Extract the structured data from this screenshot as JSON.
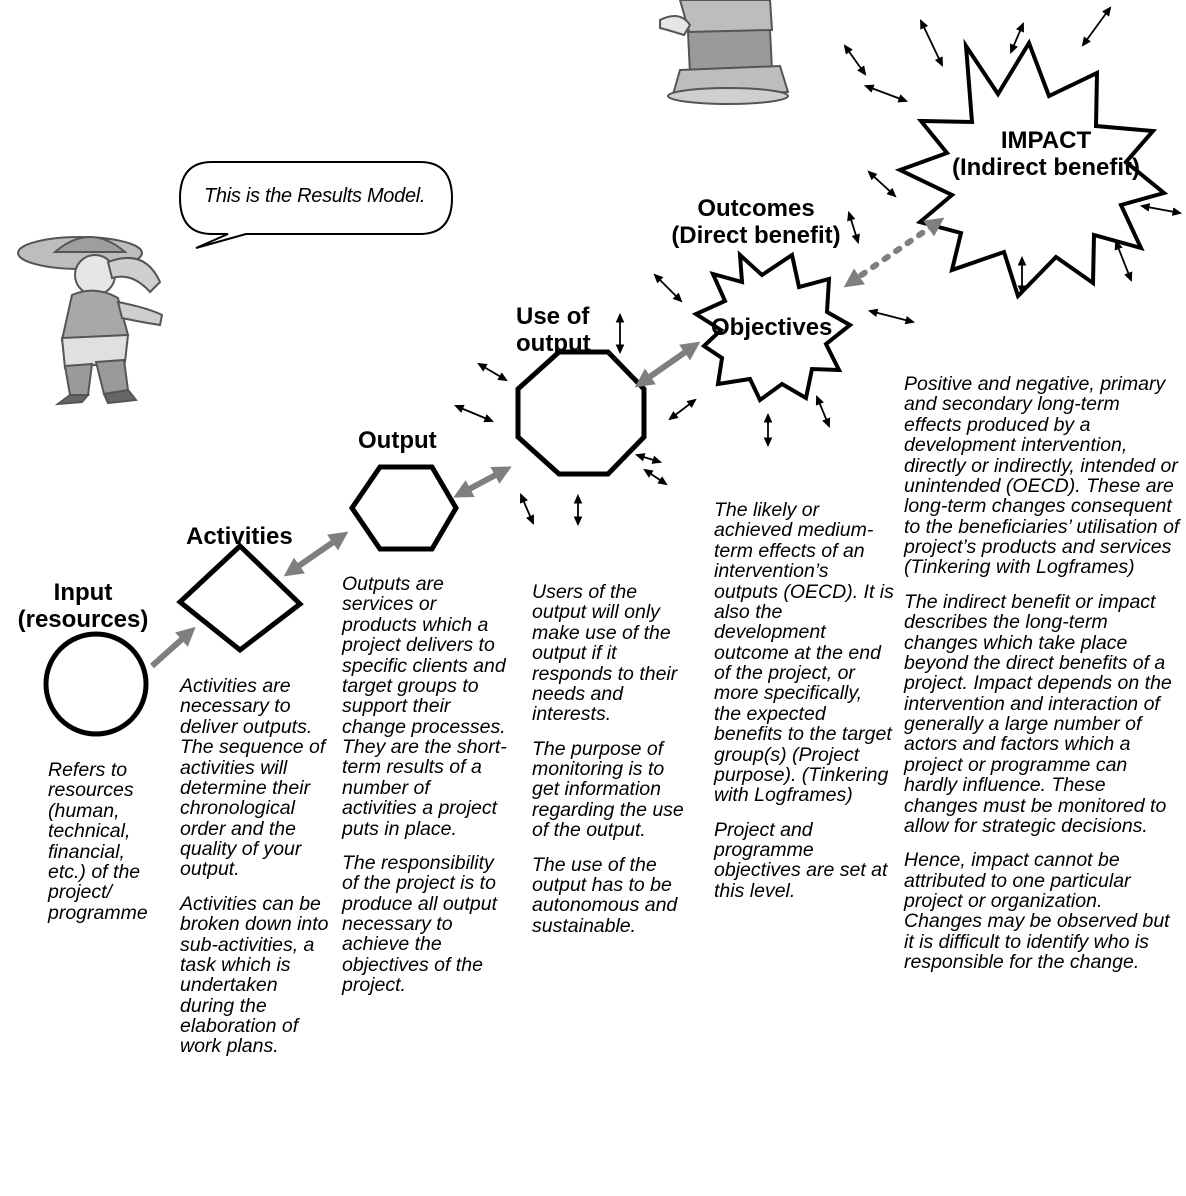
{
  "speech_bubble": "This is the Results Model.",
  "stages": {
    "input": {
      "label": "Input\n(resources)",
      "desc": [
        "Refers to resources (human, technical, financial, etc.) of the project/ programme"
      ]
    },
    "activities": {
      "label": "Activities",
      "desc": [
        "Activities are necessary to deliver outputs. The sequence of activities will determine their chronological order and the quality of your output.",
        "Activities can be broken down into sub-activities, a task which is undertaken during the elaboration of work plans."
      ]
    },
    "output": {
      "label": "Output",
      "desc": [
        "Outputs are services or products which a project delivers to specific clients and target groups to support their change processes. They are the short-term results of a number of activities a project puts in place.",
        "The responsibility of the project is to produce all output necessary to achieve the objectives of the project."
      ]
    },
    "use_of_output": {
      "label": "Use of\noutput",
      "desc": [
        "Users of the output will only make use of the output if it responds to their needs and interests.",
        "The purpose of monitoring is to get information regarding the use of the output.",
        "The use of the output has to be autonomous and sustainable."
      ]
    },
    "outcomes": {
      "label": "Outcomes\n(Direct benefit)",
      "shape_label": "Objectives",
      "desc": [
        "The likely or achieved medium-term effects of an intervention’s outputs (OECD). It is also the development outcome at the end of the project, or more specifically, the expected benefits to the target group(s) (Project purpose). (Tinkering with Logframes)",
        "Project and programme objectives are set at this level."
      ]
    },
    "impact": {
      "label": "IMPACT\n(Indirect benefit)",
      "desc": [
        "Positive and negative, primary and secondary long-term effects produced by a development intervention, directly or indirectly, intended or unintended (OECD). These are long-term changes consequent to the beneficiaries’ utilisation of project’s products and services (Tinkering with Logframes)",
        "The indirect benefit or impact describes the long-term changes which take place beyond the direct benefits of a project. Impact depends on the intervention and interaction of generally a large number of actors and factors which a project or programme can hardly influence. These changes must be monitored to allow for strategic decisions.",
        "Hence, impact cannot be attributed to one particular project or organization.  Changes may be observed but it is difficult to identify who is responsible for the change."
      ]
    }
  },
  "colors": {
    "stroke": "#000000",
    "arrow": "#7f7f7f",
    "text": "#000000"
  }
}
